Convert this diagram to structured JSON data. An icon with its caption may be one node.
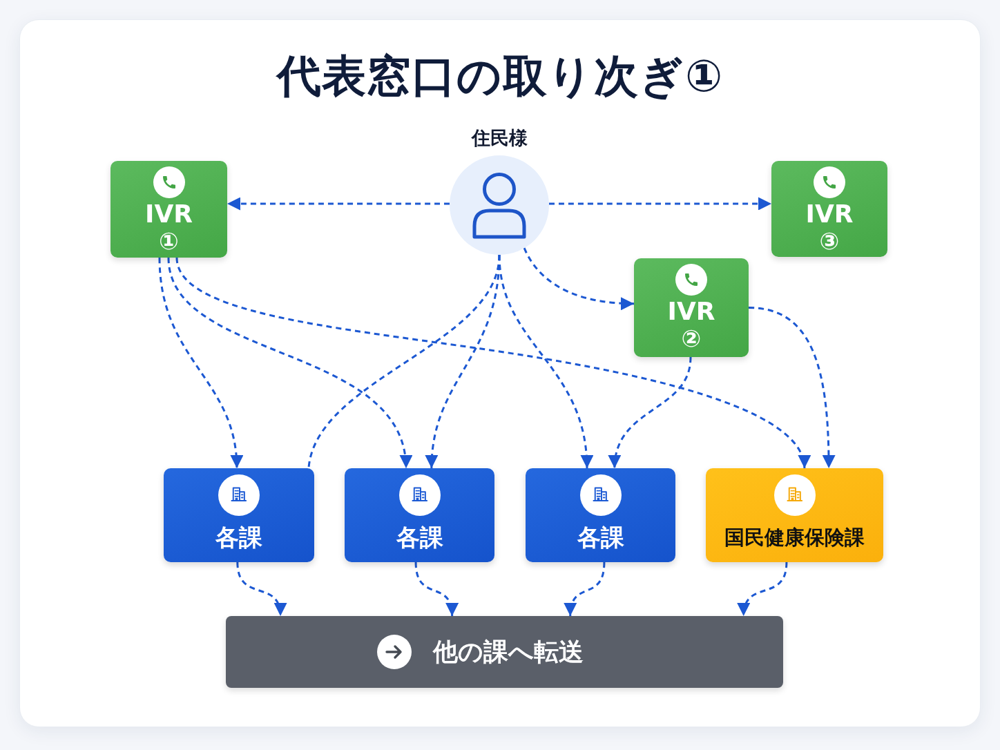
{
  "diagram": {
    "title": "代表窓口の取り次ぎ①",
    "nodes": [
      {
        "text": [
          "住民様"
        ]
      },
      {
        "text": [
          "IVR",
          "①"
        ]
      },
      {
        "text": [
          "IVR",
          "③"
        ]
      },
      {
        "text": [
          "IVR",
          "②"
        ]
      },
      {
        "text": [
          "各課"
        ]
      },
      {
        "text": [
          "各課"
        ]
      },
      {
        "text": [
          "各課"
        ]
      },
      {
        "text": [
          "国民健康保険課"
        ]
      },
      {
        "text": [
          "他の課へ転送"
        ]
      }
    ],
    "edges": [
      {
        "from": 0,
        "to": 1,
        "arrow": "to",
        "style": "dashed"
      },
      {
        "from": 0,
        "to": 2,
        "arrow": "to",
        "style": "dashed"
      },
      {
        "from": 0,
        "to": 3,
        "arrow": "to",
        "style": "dashed"
      },
      {
        "from": 1,
        "to": 4,
        "arrow": "to",
        "style": "dashed"
      },
      {
        "from": 1,
        "to": 5,
        "arrow": "to",
        "style": "dashed"
      },
      {
        "from": 1,
        "to": 7,
        "arrow": "to",
        "style": "dashed"
      },
      {
        "from": 0,
        "to": 4,
        "arrow": "none",
        "style": "dashed"
      },
      {
        "from": 0,
        "to": 5,
        "arrow": "to",
        "style": "dashed"
      },
      {
        "from": 0,
        "to": 6,
        "arrow": "to",
        "style": "dashed"
      },
      {
        "from": 3,
        "to": 6,
        "arrow": "to",
        "style": "dashed"
      },
      {
        "from": 3,
        "to": 7,
        "arrow": "to",
        "style": "dashed"
      },
      {
        "from": 4,
        "to": 8,
        "arrow": "to",
        "style": "dashed"
      },
      {
        "from": 5,
        "to": 8,
        "arrow": "to",
        "style": "dashed"
      },
      {
        "from": 6,
        "to": 8,
        "arrow": "to",
        "style": "dashed"
      },
      {
        "from": 7,
        "to": 8,
        "arrow": "to",
        "style": "dashed"
      }
    ]
  }
}
